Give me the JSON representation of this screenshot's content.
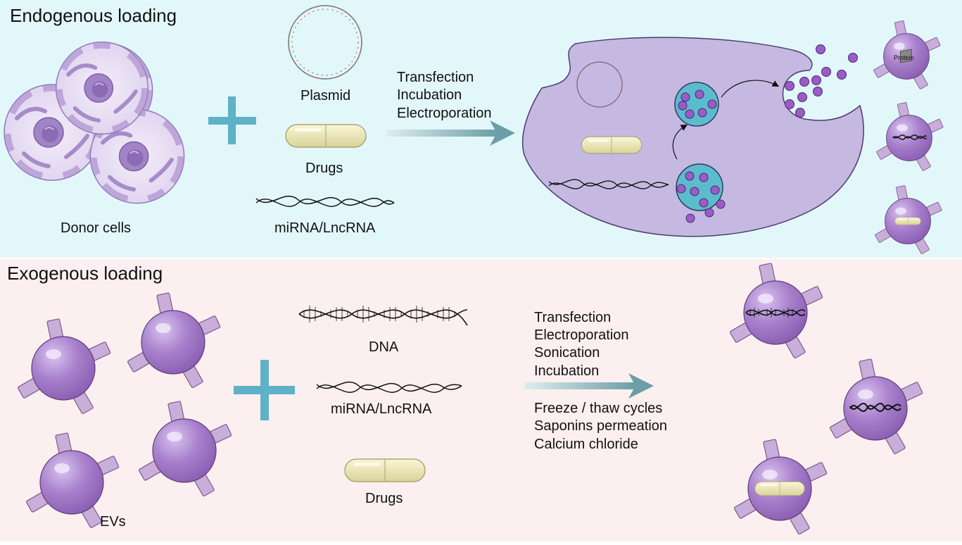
{
  "top_panel": {
    "title": "Endogenous loading",
    "donor_cells_label": "Donor cells",
    "plasmid_label": "Plasmid",
    "drugs_label": "Drugs",
    "rna_label": "miRNA/LncRNA",
    "methods": [
      "Transfection",
      "Incubation",
      "Electroporation"
    ],
    "protein_label": "Protein",
    "background": "#e2f7fa"
  },
  "bottom_panel": {
    "title": "Exogenous loading",
    "evs_label": "EVs",
    "dna_label": "DNA",
    "rna_label": "miRNA/LncRNA",
    "drugs_label": "Drugs",
    "methods": [
      "Transfection",
      "Electroporation",
      "Sonication",
      "Incubation"
    ],
    "methods_extra": [
      "Freeze / thaw cycles",
      "Saponins permeation",
      "Calcium chloride"
    ],
    "background": "#fcefef"
  },
  "colors": {
    "plus": "#5fb1c7",
    "ev_fill": "#a57fc8",
    "vesicle_fill": "#5bbccd",
    "cell_body": "#c5b9e2",
    "arrow": "#6fa6ad"
  }
}
